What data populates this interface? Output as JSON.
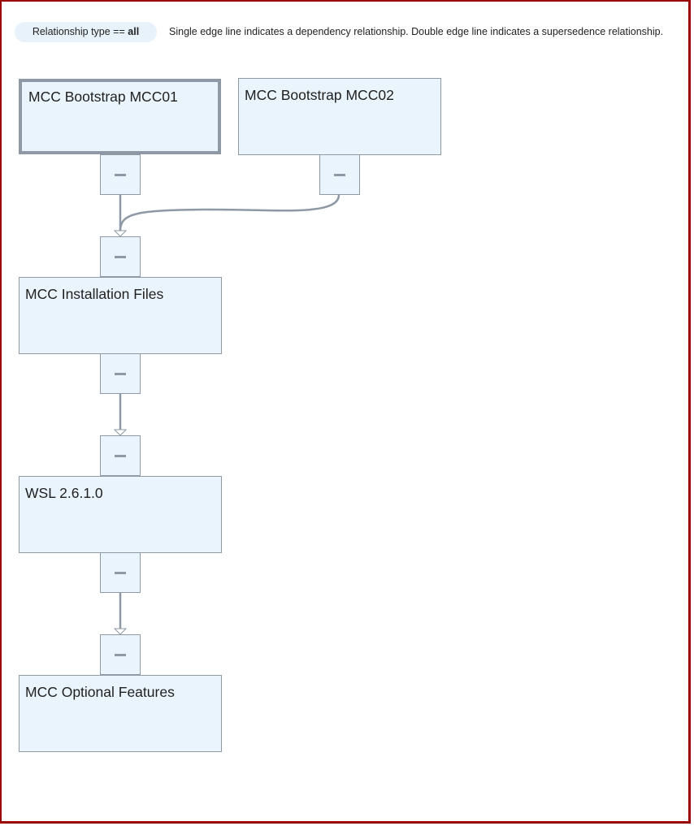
{
  "filter": {
    "prefix": "Relationship type == ",
    "value": "all"
  },
  "legend": "Single edge line indicates a dependency relationship. Double edge line indicates a supersedence relationship.",
  "nodes": [
    {
      "id": "mcc01",
      "label": "MCC Bootstrap MCC01",
      "selected": true
    },
    {
      "id": "mcc02",
      "label": "MCC Bootstrap MCC02",
      "selected": false
    },
    {
      "id": "install",
      "label": "MCC Installation Files",
      "selected": false
    },
    {
      "id": "wsl",
      "label": "WSL 2.6.1.0",
      "selected": false
    },
    {
      "id": "optional",
      "label": "MCC Optional Features",
      "selected": false
    }
  ],
  "edges": [
    {
      "from": "mcc01",
      "to": "install",
      "type": "dependency"
    },
    {
      "from": "mcc02",
      "to": "install",
      "type": "dependency"
    },
    {
      "from": "install",
      "to": "wsl",
      "type": "dependency"
    },
    {
      "from": "wsl",
      "to": "optional",
      "type": "dependency"
    }
  ],
  "colors": {
    "frame_border": "#990000",
    "node_fill": "#eaf4fd",
    "node_border": "#8f9aa6",
    "edge": "#8f99a5",
    "pill_fill": "#e8f2fb"
  }
}
